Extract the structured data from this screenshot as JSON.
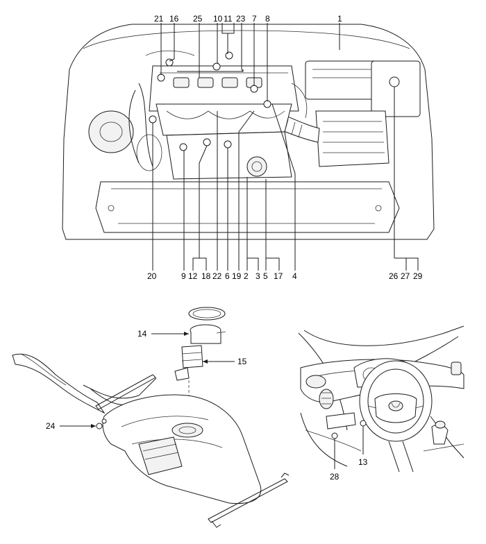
{
  "engine_callouts": {
    "top": [
      "21",
      "16",
      "25",
      "10",
      "11",
      "23",
      "7",
      "8",
      "1"
    ],
    "bottom": [
      "20",
      "9",
      "12",
      "18",
      "22",
      "6",
      "19",
      "2",
      "3",
      "5",
      "17",
      "4",
      "26",
      "27",
      "29"
    ]
  },
  "fuel_tank_callouts": [
    "14",
    "15",
    "24"
  ],
  "dashboard_callouts": [
    "28",
    "13"
  ]
}
